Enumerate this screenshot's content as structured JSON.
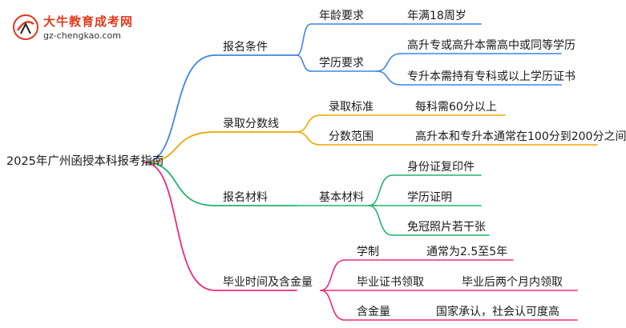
{
  "logo": {
    "title": "大牛教育成考网",
    "url": "gz-chengkao.com",
    "accent": "#e03a1e"
  },
  "root": {
    "label": "2025年广州函授本科报考指南"
  },
  "branches": [
    {
      "label": "报名条件",
      "color": "#3a86e8",
      "children": [
        {
          "label": "年龄要求",
          "children": [
            {
              "label": "年满18周岁"
            }
          ]
        },
        {
          "label": "学历要求",
          "children": [
            {
              "label": "高升专或高升本需高中或同等学历"
            },
            {
              "label": "专升本需持有专科或以上学历证书"
            }
          ]
        }
      ]
    },
    {
      "label": "录取分数线",
      "color": "#f0a500",
      "children": [
        {
          "label": "录取标准",
          "children": [
            {
              "label": "每科需60分以上"
            }
          ]
        },
        {
          "label": "分数范围",
          "children": [
            {
              "label": "高升本和专升本通常在100分到200分之间"
            }
          ]
        }
      ]
    },
    {
      "label": "报名材料",
      "color": "#21b36b",
      "children": [
        {
          "label": "基本材料",
          "children": [
            {
              "label": "身份证复印件"
            },
            {
              "label": "学历证明"
            },
            {
              "label": "免冠照片若干张"
            }
          ]
        }
      ]
    },
    {
      "label": "毕业时间及含金量",
      "color": "#f0287a",
      "children": [
        {
          "label": "学制",
          "children": [
            {
              "label": "通常为2.5至5年"
            }
          ]
        },
        {
          "label": "毕业证书领取",
          "children": [
            {
              "label": "毕业后两个月内领取"
            }
          ]
        },
        {
          "label": "含金量",
          "children": [
            {
              "label": "国家承认，社会认可度高"
            }
          ]
        }
      ]
    }
  ]
}
